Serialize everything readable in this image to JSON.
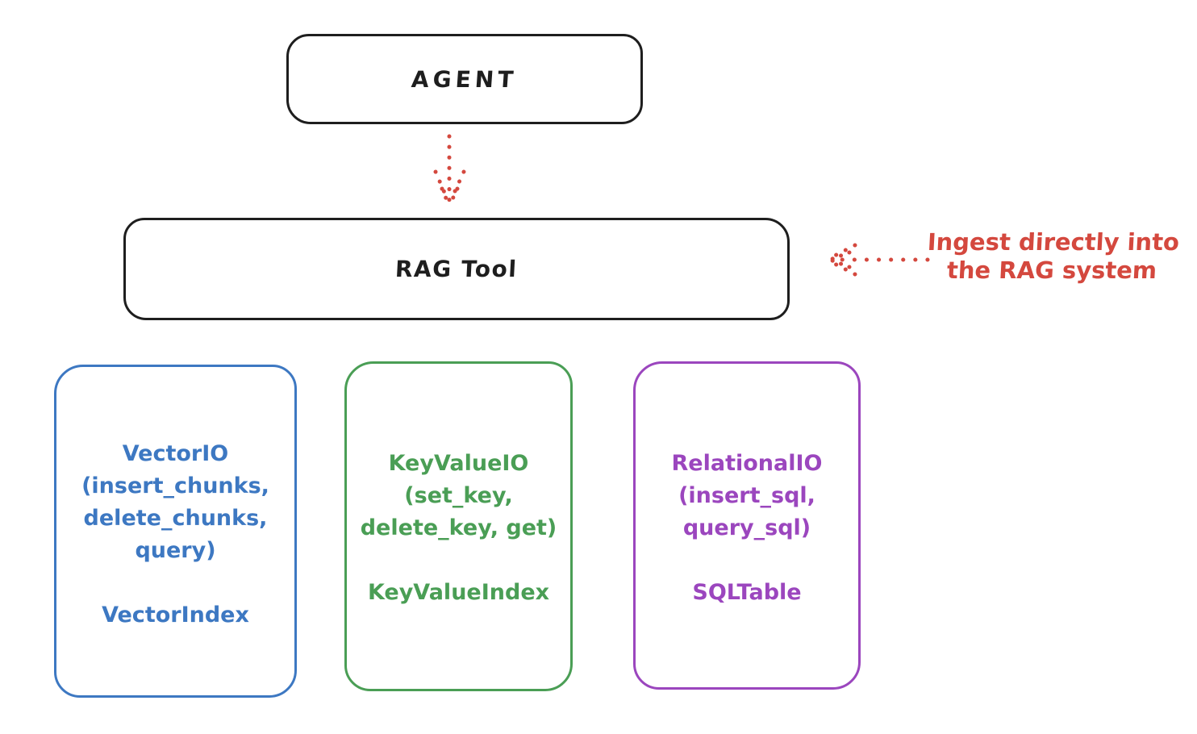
{
  "agent": {
    "label": "AGENT"
  },
  "rag_tool": {
    "label": "RAG Tool"
  },
  "annotation": {
    "line1": "Ingest directly into",
    "line2": "the RAG system"
  },
  "boxes": {
    "vector": {
      "title": "VectorIO",
      "args1": "(insert_chunks,",
      "args2": "delete_chunks,",
      "args3": "query)",
      "index": "VectorIndex"
    },
    "keyvalue": {
      "title": "KeyValueIO",
      "args1": "(set_key,",
      "args2": "delete_key, get)",
      "index": "KeyValueIndex"
    },
    "relational": {
      "title": "RelationalIO",
      "args1": "(insert_sql,",
      "args2": "query_sql)",
      "index": "SQLTable"
    }
  },
  "colors": {
    "ink": "#1e1e1e",
    "red": "#d4483e",
    "blue": "#3d78c2",
    "green": "#4a9e55",
    "purple": "#9b46be"
  }
}
